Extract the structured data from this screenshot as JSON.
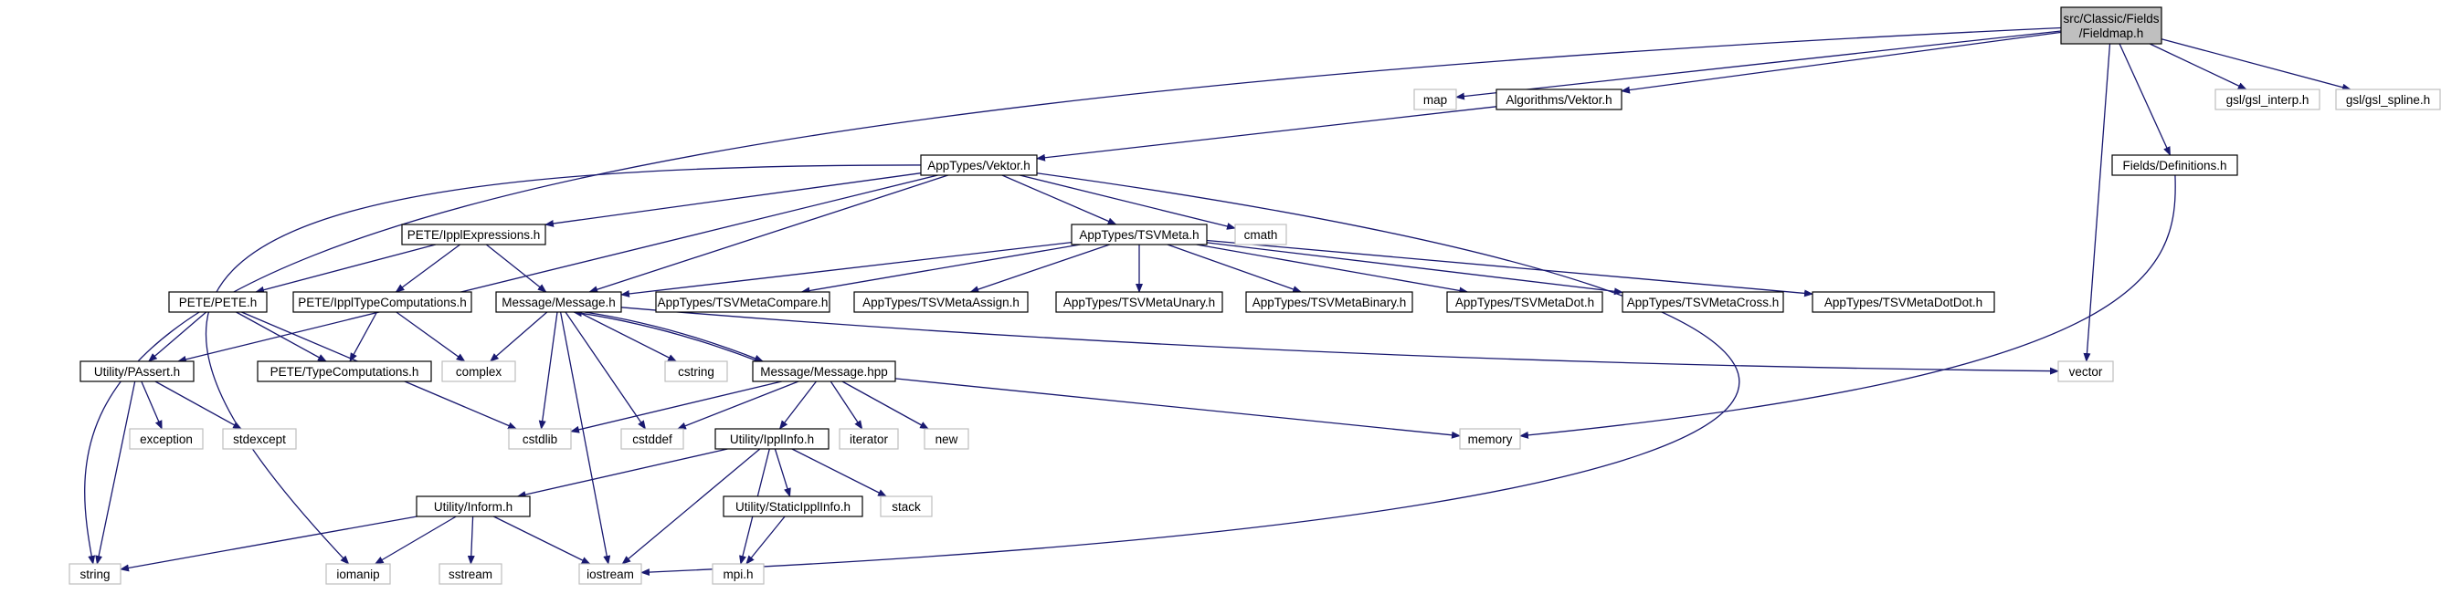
{
  "colors": {
    "edge": "#191970",
    "root_fill": "#bfbfbf",
    "header_fill": "#ffffff",
    "header_stroke": "#000000",
    "system_stroke": "#bfbfbf",
    "system_text": "#404040"
  },
  "nodes": [
    {
      "id": "fieldmap",
      "kind": "root",
      "label": [
        "src/Classic/Fields",
        "/Fieldmap.h"
      ]
    },
    {
      "id": "algorithms_vektor",
      "kind": "header",
      "label": [
        "Algorithms/Vektor.h"
      ]
    },
    {
      "id": "map",
      "kind": "system",
      "label": [
        "map"
      ]
    },
    {
      "id": "gsl_interp",
      "kind": "system",
      "label": [
        "gsl/gsl_interp.h"
      ]
    },
    {
      "id": "gsl_spline",
      "kind": "system",
      "label": [
        "gsl/gsl_spline.h"
      ]
    },
    {
      "id": "apptypes_vektor",
      "kind": "header",
      "label": [
        "AppTypes/Vektor.h"
      ]
    },
    {
      "id": "fields_definitions",
      "kind": "header",
      "label": [
        "Fields/Definitions.h"
      ]
    },
    {
      "id": "pete_ipplexpressions",
      "kind": "header",
      "label": [
        "PETE/IpplExpressions.h"
      ]
    },
    {
      "id": "apptypes_tsvmeta",
      "kind": "header",
      "label": [
        "AppTypes/TSVMeta.h"
      ]
    },
    {
      "id": "cmath",
      "kind": "system",
      "label": [
        "cmath"
      ]
    },
    {
      "id": "pete_pete",
      "kind": "header",
      "label": [
        "PETE/PETE.h"
      ]
    },
    {
      "id": "pete_ippltypecomputations",
      "kind": "header",
      "label": [
        "PETE/IpplTypeComputations.h"
      ]
    },
    {
      "id": "message_message_h",
      "kind": "header",
      "label": [
        "Message/Message.h"
      ]
    },
    {
      "id": "tsvmetacompare",
      "kind": "header",
      "label": [
        "AppTypes/TSVMetaCompare.h"
      ]
    },
    {
      "id": "tsvmetaassign",
      "kind": "header",
      "label": [
        "AppTypes/TSVMetaAssign.h"
      ]
    },
    {
      "id": "tsvmetaunary",
      "kind": "header",
      "label": [
        "AppTypes/TSVMetaUnary.h"
      ]
    },
    {
      "id": "tsvmetabinary",
      "kind": "header",
      "label": [
        "AppTypes/TSVMetaBinary.h"
      ]
    },
    {
      "id": "tsvmetadot",
      "kind": "header",
      "label": [
        "AppTypes/TSVMetaDot.h"
      ]
    },
    {
      "id": "tsvmetacross",
      "kind": "header",
      "label": [
        "AppTypes/TSVMetaCross.h"
      ]
    },
    {
      "id": "tsvmetadotdot",
      "kind": "header",
      "label": [
        "AppTypes/TSVMetaDotDot.h"
      ]
    },
    {
      "id": "utility_passert",
      "kind": "header",
      "label": [
        "Utility/PAssert.h"
      ]
    },
    {
      "id": "pete_typecomputations",
      "kind": "header",
      "label": [
        "PETE/TypeComputations.h"
      ]
    },
    {
      "id": "complex",
      "kind": "system",
      "label": [
        "complex"
      ]
    },
    {
      "id": "cstring",
      "kind": "system",
      "label": [
        "cstring"
      ]
    },
    {
      "id": "message_message_hpp",
      "kind": "header",
      "label": [
        "Message/Message.hpp"
      ]
    },
    {
      "id": "vector",
      "kind": "system",
      "label": [
        "vector"
      ]
    },
    {
      "id": "exception",
      "kind": "system",
      "label": [
        "exception"
      ]
    },
    {
      "id": "stdexcept",
      "kind": "system",
      "label": [
        "stdexcept"
      ]
    },
    {
      "id": "cstdlib",
      "kind": "system",
      "label": [
        "cstdlib"
      ]
    },
    {
      "id": "cstddef",
      "kind": "system",
      "label": [
        "cstddef"
      ]
    },
    {
      "id": "utility_ipplinfo",
      "kind": "header",
      "label": [
        "Utility/IpplInfo.h"
      ]
    },
    {
      "id": "iterator",
      "kind": "system",
      "label": [
        "iterator"
      ]
    },
    {
      "id": "new",
      "kind": "system",
      "label": [
        "new"
      ]
    },
    {
      "id": "memory",
      "kind": "system",
      "label": [
        "memory"
      ]
    },
    {
      "id": "utility_inform",
      "kind": "header",
      "label": [
        "Utility/Inform.h"
      ]
    },
    {
      "id": "utility_staticipplinfo",
      "kind": "header",
      "label": [
        "Utility/StaticIpplInfo.h"
      ]
    },
    {
      "id": "stack",
      "kind": "system",
      "label": [
        "stack"
      ]
    },
    {
      "id": "string",
      "kind": "system",
      "label": [
        "string"
      ]
    },
    {
      "id": "iomanip",
      "kind": "system",
      "label": [
        "iomanip"
      ]
    },
    {
      "id": "sstream",
      "kind": "system",
      "label": [
        "sstream"
      ]
    },
    {
      "id": "iostream",
      "kind": "system",
      "label": [
        "iostream"
      ]
    },
    {
      "id": "mpi",
      "kind": "system",
      "label": [
        "mpi.h"
      ]
    }
  ],
  "edges": [
    [
      "fieldmap",
      "algorithms_vektor"
    ],
    [
      "fieldmap",
      "map"
    ],
    [
      "fieldmap",
      "gsl_interp"
    ],
    [
      "fieldmap",
      "gsl_spline"
    ],
    [
      "fieldmap",
      "fields_definitions"
    ],
    [
      "fieldmap",
      "vector"
    ],
    [
      "fieldmap",
      "string"
    ],
    [
      "algorithms_vektor",
      "apptypes_vektor"
    ],
    [
      "apptypes_vektor",
      "pete_ipplexpressions"
    ],
    [
      "apptypes_vektor",
      "apptypes_tsvmeta"
    ],
    [
      "apptypes_vektor",
      "cmath"
    ],
    [
      "apptypes_vektor",
      "message_message_h"
    ],
    [
      "apptypes_vektor",
      "utility_passert"
    ],
    [
      "apptypes_vektor",
      "iomanip"
    ],
    [
      "apptypes_vektor",
      "iostream"
    ],
    [
      "fields_definitions",
      "memory"
    ],
    [
      "pete_ipplexpressions",
      "pete_pete"
    ],
    [
      "pete_ipplexpressions",
      "pete_ippltypecomputations"
    ],
    [
      "pete_ipplexpressions",
      "message_message_h"
    ],
    [
      "apptypes_tsvmeta",
      "message_message_h"
    ],
    [
      "apptypes_tsvmeta",
      "tsvmetacompare"
    ],
    [
      "apptypes_tsvmeta",
      "tsvmetaassign"
    ],
    [
      "apptypes_tsvmeta",
      "tsvmetaunary"
    ],
    [
      "apptypes_tsvmeta",
      "tsvmetabinary"
    ],
    [
      "apptypes_tsvmeta",
      "tsvmetadot"
    ],
    [
      "apptypes_tsvmeta",
      "tsvmetacross"
    ],
    [
      "apptypes_tsvmeta",
      "tsvmetadotdot"
    ],
    [
      "pete_pete",
      "utility_passert"
    ],
    [
      "pete_pete",
      "pete_typecomputations"
    ],
    [
      "pete_pete",
      "cstdlib"
    ],
    [
      "pete_ippltypecomputations",
      "pete_typecomputations"
    ],
    [
      "pete_ippltypecomputations",
      "complex"
    ],
    [
      "message_message_h",
      "complex"
    ],
    [
      "message_message_h",
      "cstring"
    ],
    [
      "message_message_h",
      "message_message_hpp"
    ],
    [
      "message_message_h",
      "vector"
    ],
    [
      "message_message_h",
      "cstdlib"
    ],
    [
      "message_message_h",
      "cstddef"
    ],
    [
      "message_message_h",
      "iostream"
    ],
    [
      "message_message_hpp",
      "message_message_h"
    ],
    [
      "message_message_hpp",
      "cstdlib"
    ],
    [
      "message_message_hpp",
      "cstddef"
    ],
    [
      "message_message_hpp",
      "utility_ipplinfo"
    ],
    [
      "message_message_hpp",
      "iterator"
    ],
    [
      "message_message_hpp",
      "new"
    ],
    [
      "message_message_hpp",
      "memory"
    ],
    [
      "utility_passert",
      "exception"
    ],
    [
      "utility_passert",
      "stdexcept"
    ],
    [
      "utility_passert",
      "string"
    ],
    [
      "utility_ipplinfo",
      "utility_inform"
    ],
    [
      "utility_ipplinfo",
      "utility_staticipplinfo"
    ],
    [
      "utility_ipplinfo",
      "stack"
    ],
    [
      "utility_ipplinfo",
      "iostream"
    ],
    [
      "utility_ipplinfo",
      "mpi"
    ],
    [
      "utility_inform",
      "string"
    ],
    [
      "utility_inform",
      "iomanip"
    ],
    [
      "utility_inform",
      "sstream"
    ],
    [
      "utility_inform",
      "iostream"
    ],
    [
      "utility_staticipplinfo",
      "mpi"
    ]
  ]
}
